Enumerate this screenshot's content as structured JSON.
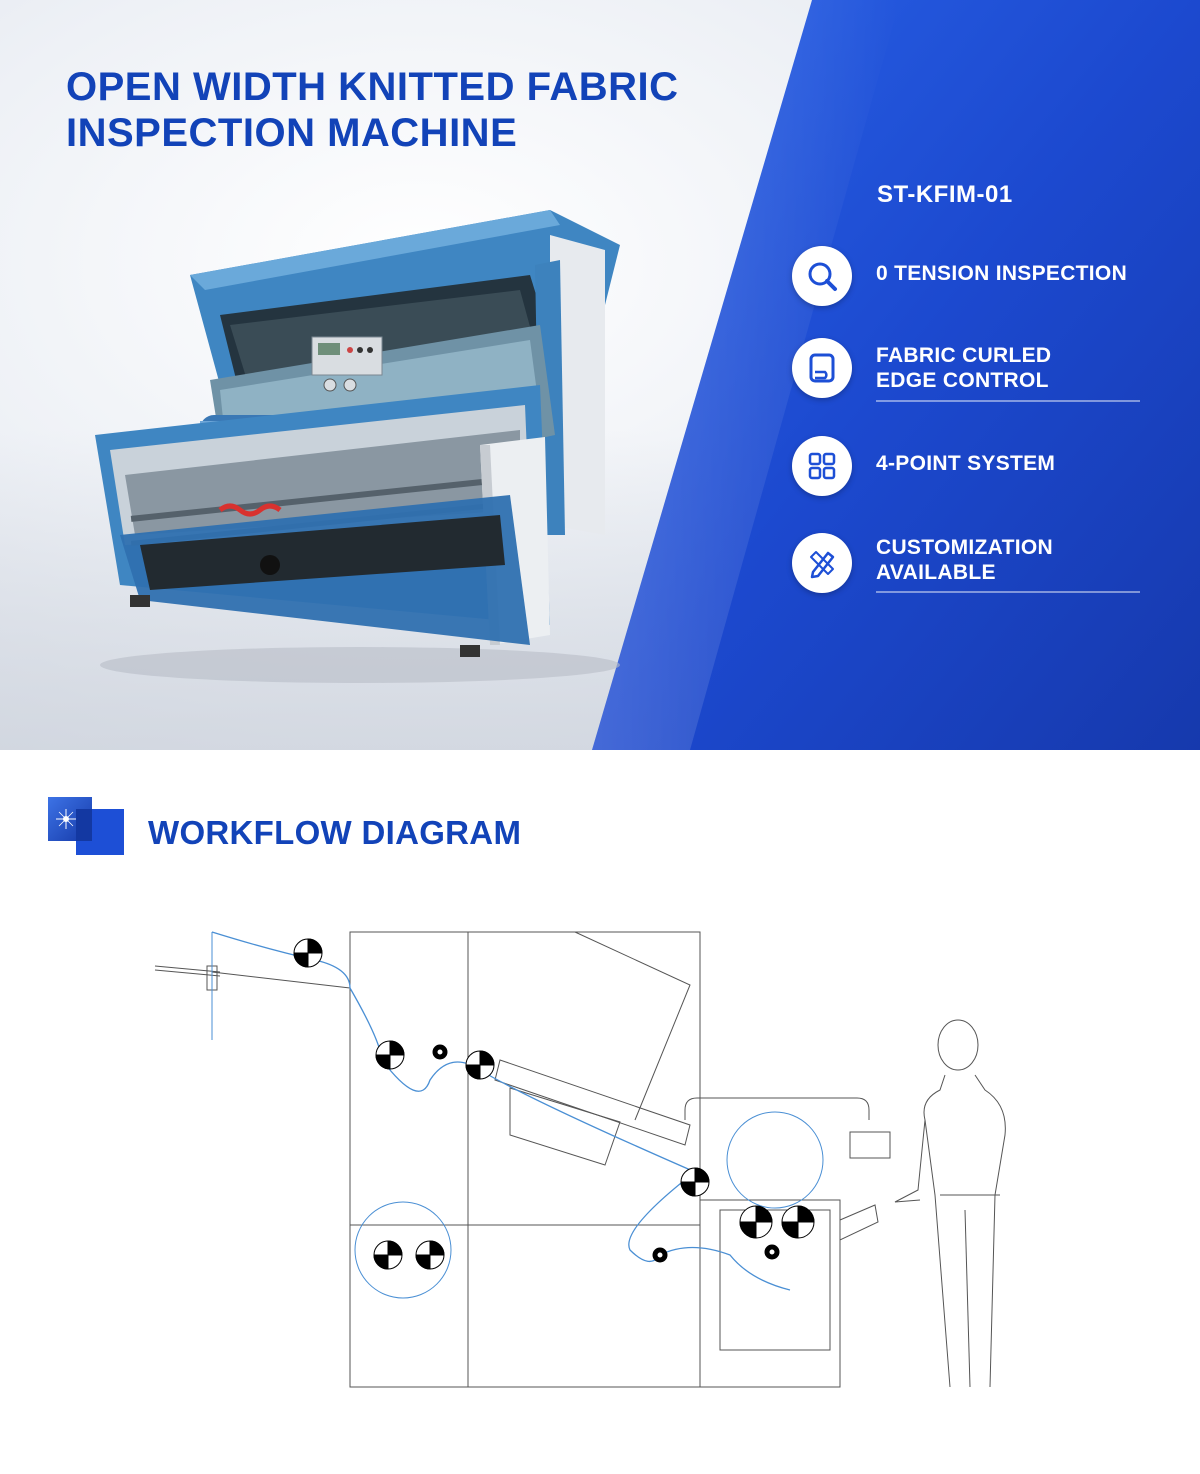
{
  "hero": {
    "title_line1": "OPEN WIDTH KNITTED FABRIC",
    "title_line2": "INSPECTION MACHINE",
    "model": "ST-KFIM-01",
    "features": [
      {
        "icon": "magnifier-icon",
        "label": "0 TENSION INSPECTION"
      },
      {
        "icon": "fabric-roll-icon",
        "label": "FABRIC CURLED\nEDGE CONTROL"
      },
      {
        "icon": "grid-icon",
        "label": "4-POINT SYSTEM"
      },
      {
        "icon": "pencil-ruler-icon",
        "label": "CUSTOMIZATION\nAVAILABLE"
      }
    ]
  },
  "workflow": {
    "title": "WORKFLOW DIAGRAM"
  },
  "colors": {
    "brand_blue": "#1243b8",
    "panel_blue": "#1d4fd6",
    "machine_blue": "#3f8cc8",
    "path_blue": "#4a8fd4"
  }
}
